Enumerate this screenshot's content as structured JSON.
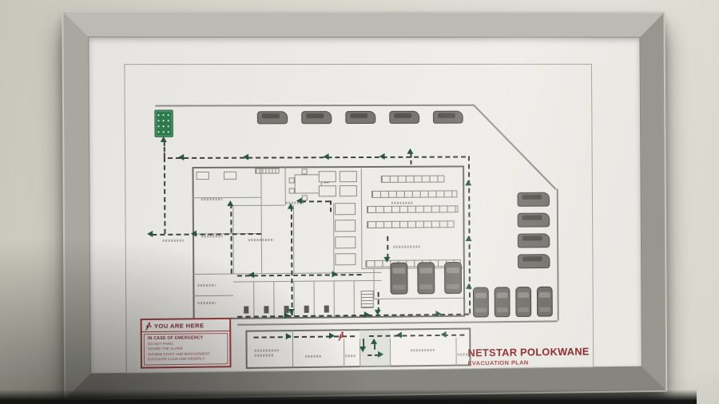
{
  "scene": {
    "wall_color": "#d9d8cc",
    "frame_color": "#aaa9a3",
    "paper_color": "#edebe7",
    "shadow_color": "#1a1a18"
  },
  "plan": {
    "facility_title": "NETSTAR POLOKWANE",
    "plan_type": "EVACUATION PLAN",
    "title_color": "#8b2d2d",
    "wall_line_color": "#706f68",
    "route_dash_color": "#39443b",
    "route_arrow_color": "#27573e",
    "legend": {
      "header": "YOU ARE HERE",
      "emergency_heading": "IN CASE OF EMERGENCY",
      "lines": [
        "DO NOT PANIC",
        "SOUND THE ALARM",
        "INFORM STAFF AND MANAGEMENT",
        "EVACUATE CALM AND ORDERLY"
      ],
      "border_color": "#9c4040"
    },
    "icons": {
      "assembly_point": "assembly-point-sign",
      "you_are_here_marker": "running-person-icon"
    },
    "parking": {
      "top_row_cars": 5,
      "right_column_cars": 4,
      "bottom_row_cars": 4,
      "fitment_bay_cars": 3
    }
  }
}
